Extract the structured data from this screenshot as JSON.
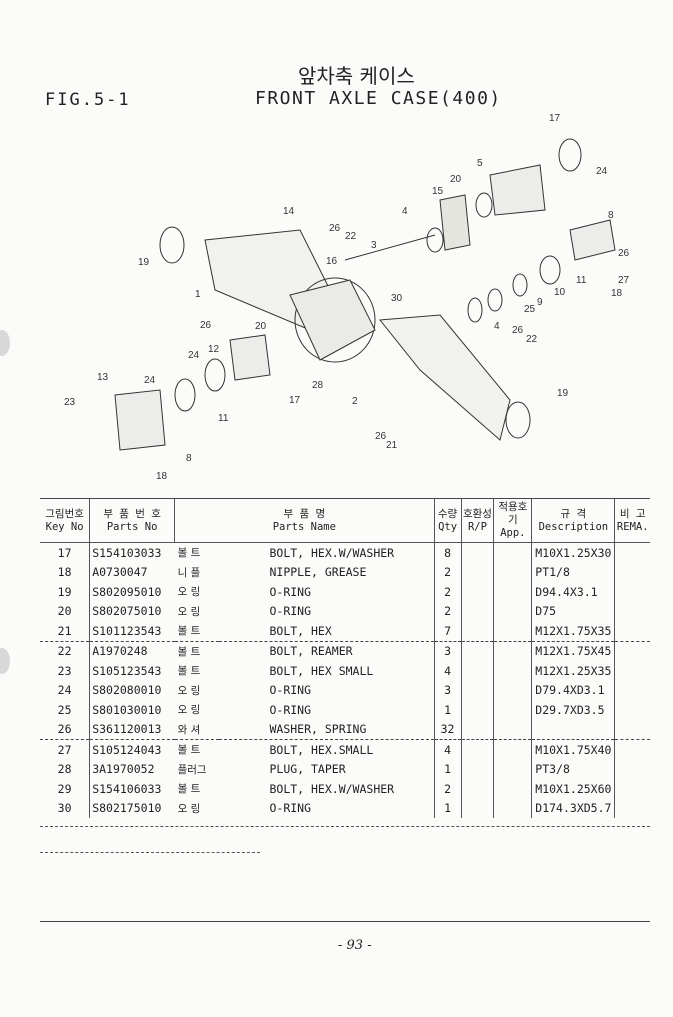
{
  "header": {
    "figure": "FIG.5-1",
    "title_ko": "앞차축 케이스",
    "title_en": "FRONT AXLE CASE(400)"
  },
  "callouts": [
    "17",
    "24",
    "5",
    "20",
    "15",
    "8",
    "4",
    "14",
    "26",
    "22",
    "3",
    "16",
    "19",
    "26",
    "27",
    "11",
    "18",
    "10",
    "9",
    "25",
    "1",
    "30",
    "4",
    "26",
    "22",
    "26",
    "20",
    "12",
    "24",
    "28",
    "17",
    "13",
    "24",
    "23",
    "11",
    "19",
    "2",
    "26",
    "21",
    "8",
    "18"
  ],
  "table": {
    "headers": {
      "key_ko": "그림번호",
      "key_en": "Key No",
      "part_ko": "부 품 번 호",
      "part_en": "Parts No",
      "name_ko": "부  품  명",
      "name_en": "Parts Name",
      "qty_ko": "수량",
      "qty_en": "Qty",
      "rp_ko": "호환성",
      "rp_en": "R/P",
      "app_ko": "적용호기",
      "app_en": "App.",
      "desc_ko": "규   격",
      "desc_en": "Description",
      "rema_ko": "비 고",
      "rema_en": "REMA."
    },
    "rows": [
      {
        "key": "17",
        "part": "S154103033",
        "ko": "볼 트",
        "name": "BOLT, HEX.W/WASHER",
        "qty": "8",
        "desc": "M10X1.25X30"
      },
      {
        "key": "18",
        "part": "A0730047",
        "ko": "니 플",
        "name": "NIPPLE, GREASE",
        "qty": "2",
        "desc": "PT1/8"
      },
      {
        "key": "19",
        "part": "S802095010",
        "ko": "오 링",
        "name": "O-RING",
        "qty": "2",
        "desc": "D94.4X3.1"
      },
      {
        "key": "20",
        "part": "S802075010",
        "ko": "오 링",
        "name": "O-RING",
        "qty": "2",
        "desc": "D75"
      },
      {
        "key": "21",
        "part": "S101123543",
        "ko": "볼 트",
        "name": "BOLT, HEX",
        "qty": "7",
        "desc": "M12X1.75X35"
      },
      {
        "key": "22",
        "part": "A1970248",
        "ko": "볼 트",
        "name": "BOLT, REAMER",
        "qty": "3",
        "desc": "M12X1.75X45"
      },
      {
        "key": "23",
        "part": "S105123543",
        "ko": "볼 트",
        "name": "BOLT, HEX SMALL",
        "qty": "4",
        "desc": "M12X1.25X35"
      },
      {
        "key": "24",
        "part": "S802080010",
        "ko": "오 링",
        "name": "O-RING",
        "qty": "3",
        "desc": "D79.4XD3.1"
      },
      {
        "key": "25",
        "part": "S801030010",
        "ko": "오 링",
        "name": "O-RING",
        "qty": "1",
        "desc": "D29.7XD3.5"
      },
      {
        "key": "26",
        "part": "S361120013",
        "ko": "와 셔",
        "name": "WASHER, SPRING",
        "qty": "32",
        "desc": ""
      },
      {
        "key": "27",
        "part": "S105124043",
        "ko": "볼 트",
        "name": "BOLT, HEX.SMALL",
        "qty": "4",
        "desc": "M10X1.75X40"
      },
      {
        "key": "28",
        "part": "3A1970052",
        "ko": "플러그",
        "name": "PLUG, TAPER",
        "qty": "1",
        "desc": "PT3/8"
      },
      {
        "key": "29",
        "part": "S154106033",
        "ko": "볼 트",
        "name": "BOLT, HEX.W/WASHER",
        "qty": "2",
        "desc": "M10X1.25X60"
      },
      {
        "key": "30",
        "part": "S802175010",
        "ko": "오 링",
        "name": "O-RING",
        "qty": "1",
        "desc": "D174.3XD5.7"
      }
    ]
  },
  "footer": {
    "page": "- 93 -"
  }
}
